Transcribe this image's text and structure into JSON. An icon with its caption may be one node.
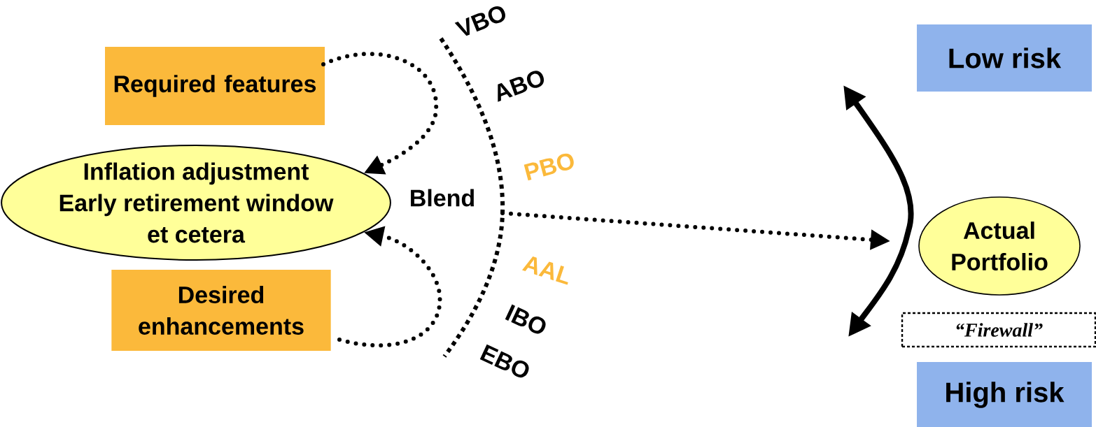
{
  "diagram": {
    "nodes": [
      {
        "text": [
          "Required features"
        ]
      },
      {
        "text": [
          "Inflation adjustment",
          "Early retirement window",
          "et cetera"
        ]
      },
      {
        "text": [
          "Desired enhancements"
        ]
      },
      {
        "text": [],
        "shape": "arc",
        "beside": [
          "VBO",
          "ABO",
          "PBO",
          "AAL",
          "IBO",
          "EBO"
        ]
      },
      {
        "text": [
          "Low risk"
        ]
      },
      {
        "text": [
          "Actual Portfolio"
        ]
      },
      {
        "text": [
          "“Firewall”"
        ]
      },
      {
        "text": [
          "High risk"
        ]
      }
    ],
    "edges": [
      {
        "from": 0,
        "to": 1,
        "arrow": "to",
        "style": "dashed"
      },
      {
        "from": 2,
        "to": 1,
        "arrow": "to",
        "style": "dashed"
      },
      {
        "from": 3,
        "to": null,
        "arrow": "to",
        "style": "dashed"
      }
    ],
    "labels": [
      "Blend"
    ]
  }
}
